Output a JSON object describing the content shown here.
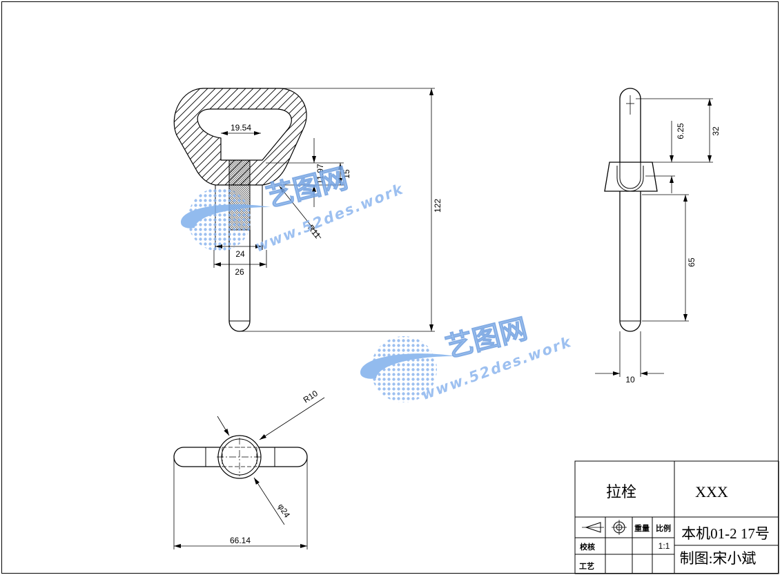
{
  "front_view": {
    "dim_slot_width": "19.54",
    "dim_neck_height": "11.97",
    "dim_neck_step": "15",
    "dim_fillet_radius": "R11",
    "dim_inner_width": "24",
    "dim_outer_width": "26",
    "dim_total_height": "122"
  },
  "side_view": {
    "dim_collar": "6.25",
    "dim_pin_top": "32",
    "dim_rod_length": "65",
    "dim_rod_width": "10"
  },
  "top_view": {
    "dim_radius": "R10",
    "dim_diameter": "φ24",
    "dim_length": "66.14"
  },
  "title_block": {
    "part_name": "拉栓",
    "code": "XXX",
    "weight_label": "重量",
    "scale_label": "比例",
    "drawing_number": "本机01-2 17号",
    "check_label": "校核",
    "scale_value": "1:1",
    "drawn_by": "制图:宋小斌",
    "process_label": "工艺"
  },
  "watermark": {
    "brand": "艺图网",
    "url": "www.52des.work"
  },
  "icons": {
    "projection_cone": "projection-cone-icon",
    "projection_circle": "projection-circle-icon",
    "watermark_globe": "globe-logo-icon"
  },
  "colors": {
    "line": "#000000",
    "watermark": "#8db6ee",
    "background": "#ffffff"
  }
}
